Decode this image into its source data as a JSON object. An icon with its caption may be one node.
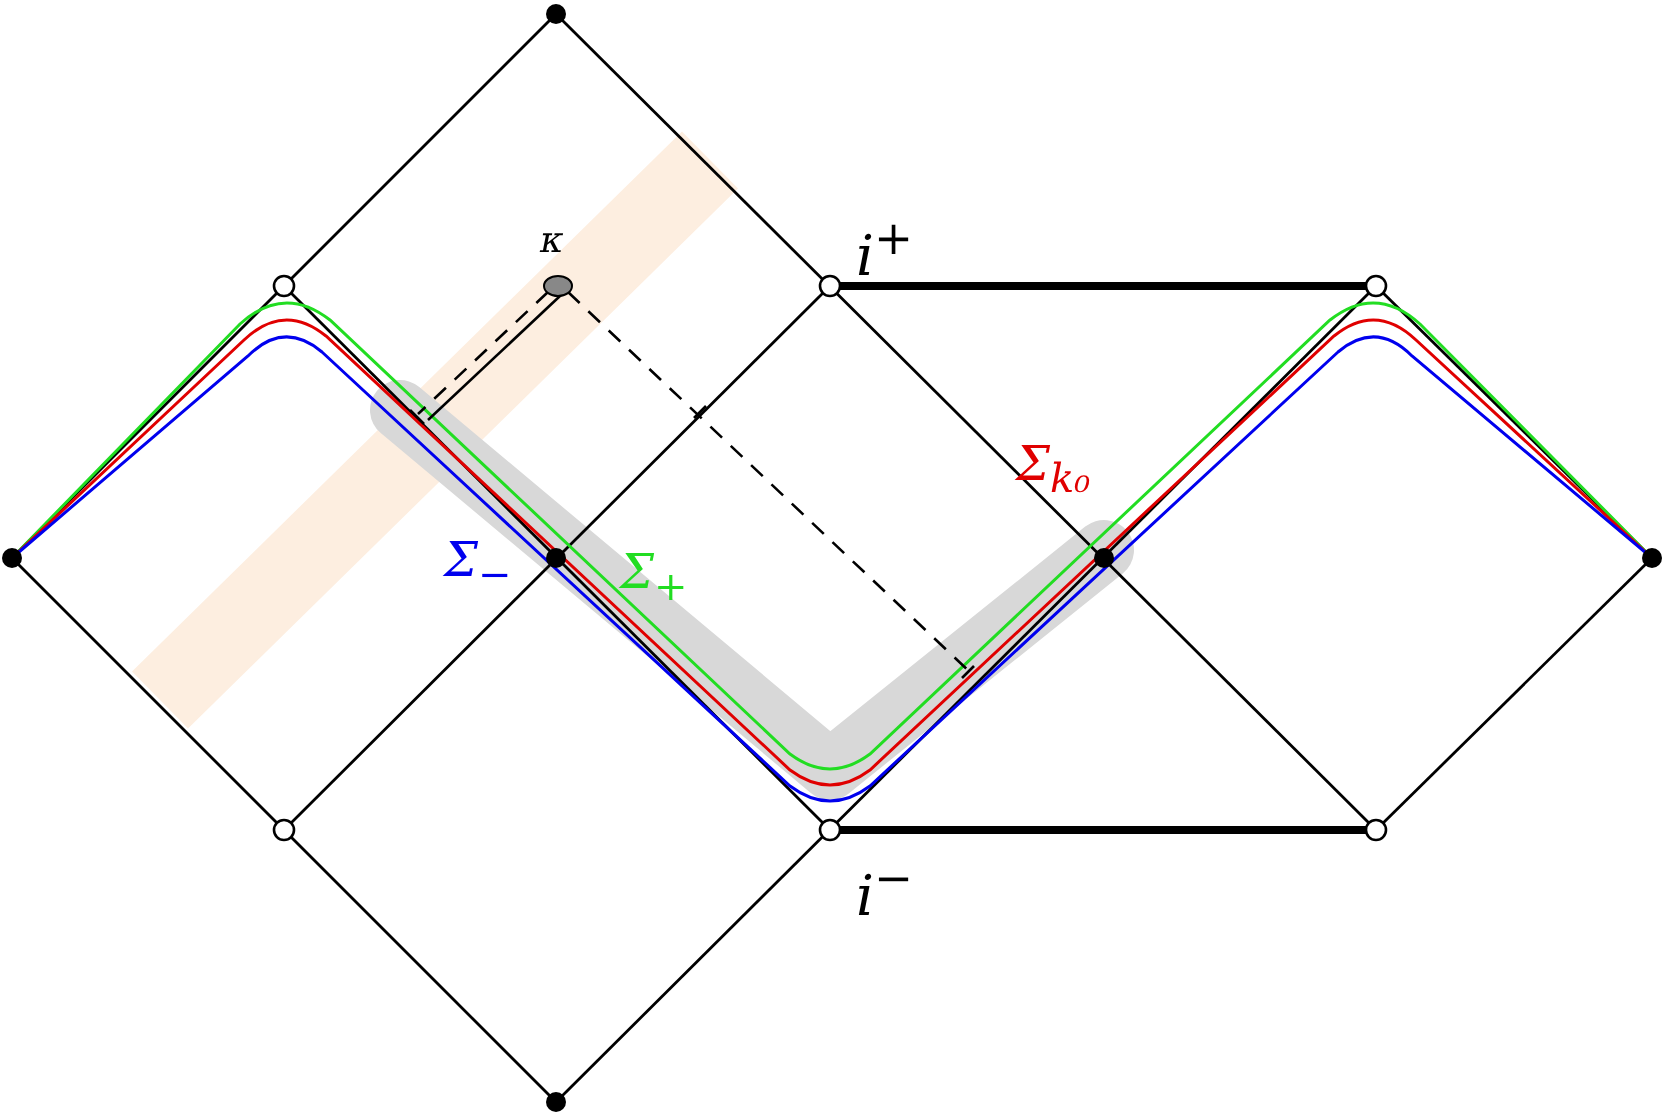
{
  "diagram": {
    "labels": [
      "κ",
      "i$^{+}$",
      "Σ$_{k₀}$",
      "Σ$_{−}$",
      "Σ$_{+}$",
      "i$^{−}$"
    ]
  }
}
